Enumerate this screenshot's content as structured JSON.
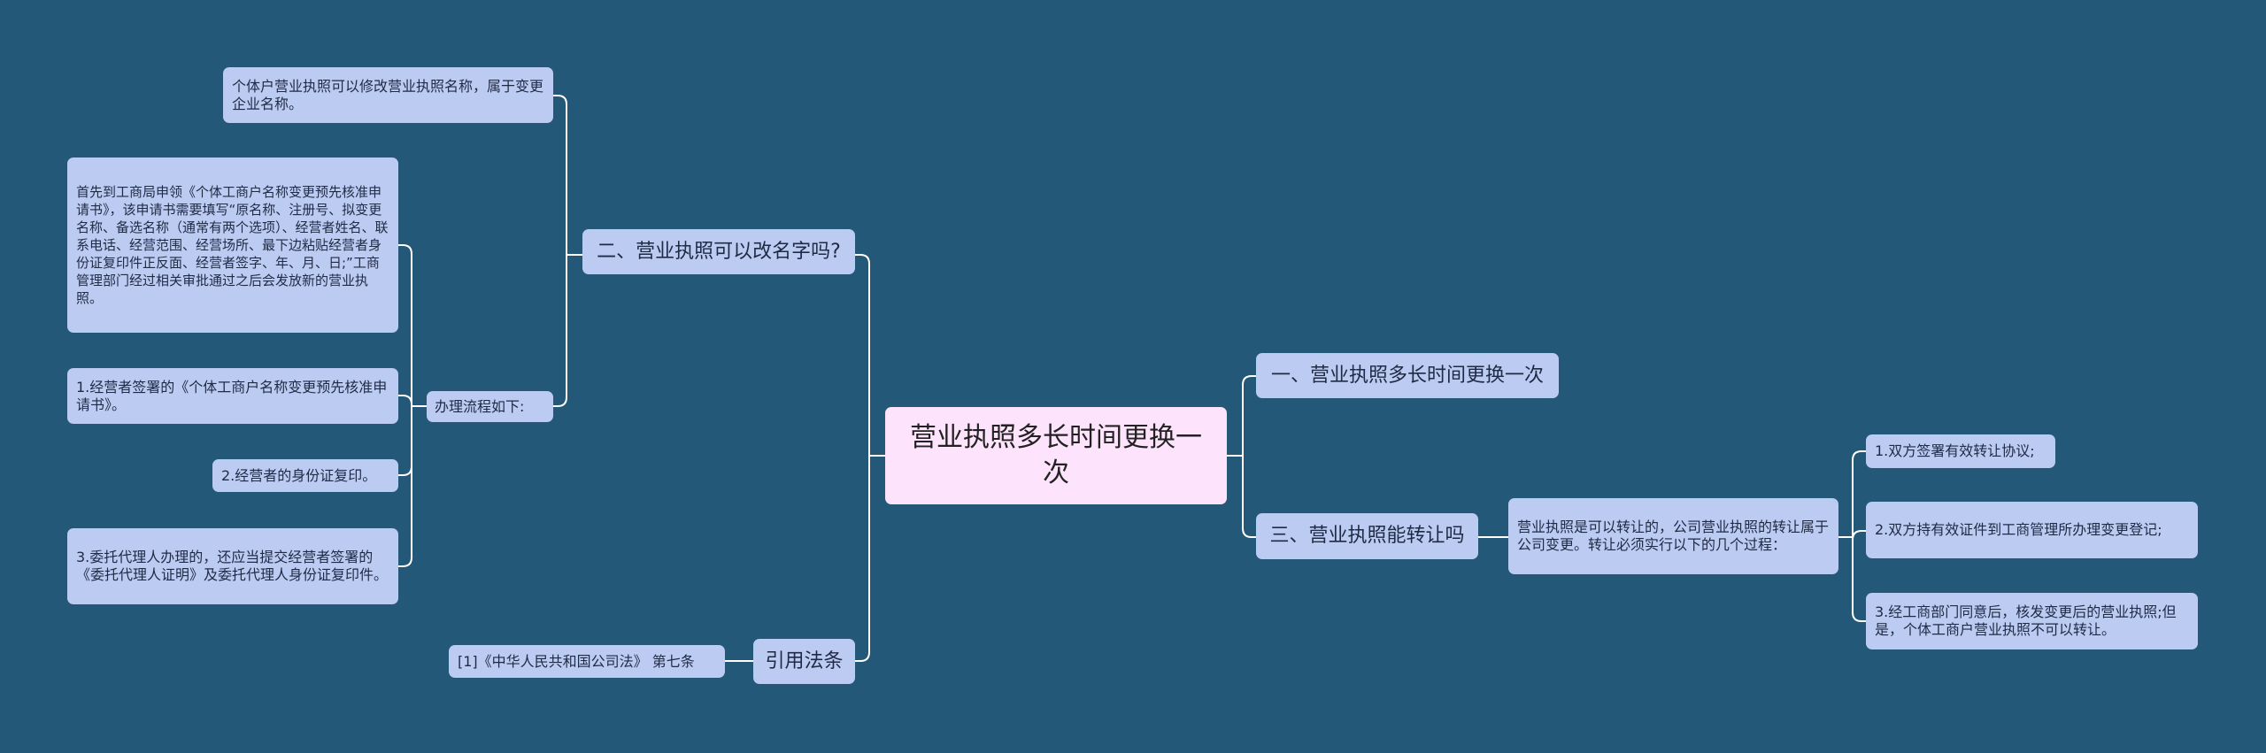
{
  "root": {
    "label": "营业执照多长时间更换一次"
  },
  "left": {
    "q2": {
      "label": "二、营业执照可以改名字吗?",
      "answer": "个体户营业执照可以修改营业执照名称，属于变更企业名称。",
      "process_label": "办理流程如下:",
      "process_details": {
        "detail": "首先到工商局申领《个体工商户名称变更预先核准申请书》，该申请书需要填写“原名称、注册号、拟变更名称、备选名称（通常有两个选项）、经营者姓名、联系电话、经营范围、经营场所、最下边粘贴经营者身份证复印件正反面、经营者签字、年、月、日;”工商管理部门经过相关审批通过之后会发放新的营业执照。",
        "step1": "1.经营者签署的《个体工商户名称变更预先核准申请书》。",
        "step2": "2.经营者的身份证复印。",
        "step3": "3.委托代理人办理的，还应当提交经营者签署的《委托代理人证明》及委托代理人身份证复印件。"
      }
    },
    "citation": {
      "label": "引用法条",
      "ref": "[1]《中华人民共和国公司法》 第七条"
    }
  },
  "right": {
    "q1": {
      "label": "一、营业执照多长时间更换一次"
    },
    "q3": {
      "label": "三、营业执照能转让吗",
      "answer": "营业执照是可以转让的，公司营业执照的转让属于公司变更。转让必须实行以下的几个过程：",
      "steps": [
        "1.双方签署有效转让协议;",
        "2.双方持有效证件到工商管理所办理变更登记;",
        "3.经工商部门同意后，核发变更后的营业执照;但是，个体工商户营业执照不可以转让。"
      ]
    }
  },
  "colors": {
    "background": "#235878",
    "node": "#bccbf2",
    "root": "#fde3fb",
    "line": "#ffffff"
  }
}
